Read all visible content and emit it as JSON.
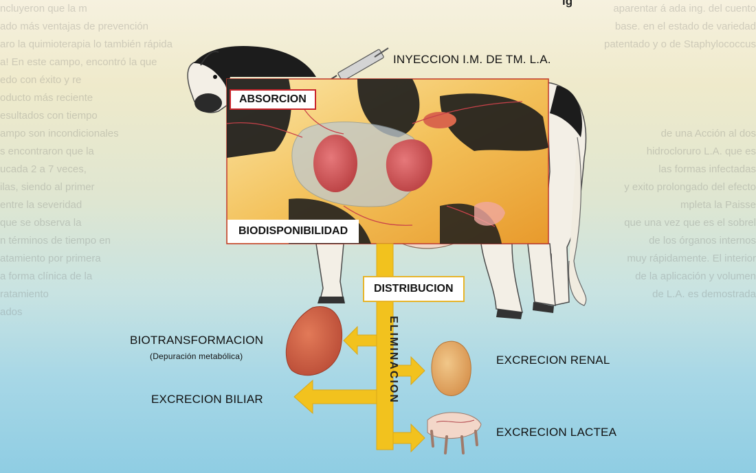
{
  "heading_fragment": "lg",
  "labels": {
    "injection": "INYECCION I.M. DE TM. L.A.",
    "absorption": "ABSORCION",
    "bioavailability": "BIODISPONIBILIDAD",
    "distribution": "DISTRIBUCION",
    "biotransformation": "BIOTRANSFORMACION",
    "biotransformation_note": "(Depuración metabólica)",
    "elimination": "ELIMINACION",
    "renal": "EXCRECION RENAL",
    "biliary": "EXCRECION BILIAR",
    "lacteal": "EXCRECION LACTEA"
  },
  "background_text": {
    "left": [
      "ncluyeron que la m",
      "ado más ventajas de prevención",
      "aro la quimioterapia lo también rápida",
      "a! En este campo, encontró la que",
      "edo con éxito y re",
      "oducto más reciente",
      "esultados con tiempo",
      "ampo son incondicionales",
      "s encontraron que la",
      "ucada 2 a 7 veces,",
      "ilas, siendo al primer",
      "entre la severidad",
      "que se observa la",
      "n términos de tiempo en",
      "atamiento por primera",
      "a forma clínica de la",
      "ratamiento",
      "ados"
    ],
    "right": [
      "aparentar á ada ing. del cuento",
      "base. en el estado de variedad",
      "patentado y o de Staphylococcus",
      "",
      "",
      "",
      "",
      "de una Acción al dos",
      "hidrocloruro L.A. que es",
      "las formas infectadas",
      "y exito prolongado del efecto",
      "mpleta la Paisse",
      "que una vez que es el sobrel",
      "de los órganos internos",
      "muy rápidamente. El interior",
      "de la aplicación y volumen",
      "de L.A. es demostrada",
      "",
      "",
      ""
    ]
  },
  "colors": {
    "flow_yellow": "#f2c21e",
    "box_red_border": "#c9242b",
    "organ_red": "#c8484a",
    "cow_black": "#1c1c1c"
  }
}
